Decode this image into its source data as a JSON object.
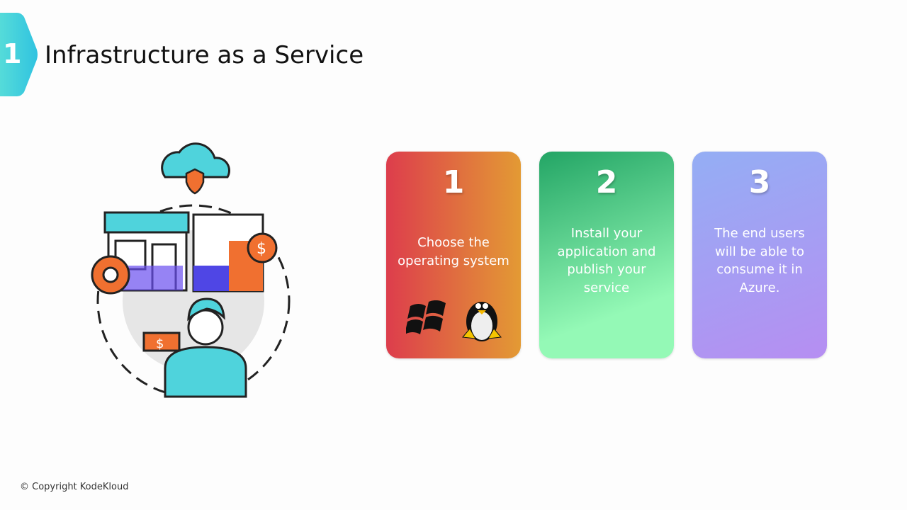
{
  "header": {
    "badge_number": "1",
    "title": "Infrastructure as a Service"
  },
  "cards": [
    {
      "number": "1",
      "text": "Choose the operating system",
      "icons": [
        "windows-logo",
        "linux-tux-logo"
      ]
    },
    {
      "number": "2",
      "text": "Install your application and publish your service"
    },
    {
      "number": "3",
      "text": "The end users will be able to consume it in Azure."
    }
  ],
  "footer": {
    "copyright": "© Copyright KodeKloud"
  },
  "colors": {
    "badge": "#3ecfd8"
  }
}
